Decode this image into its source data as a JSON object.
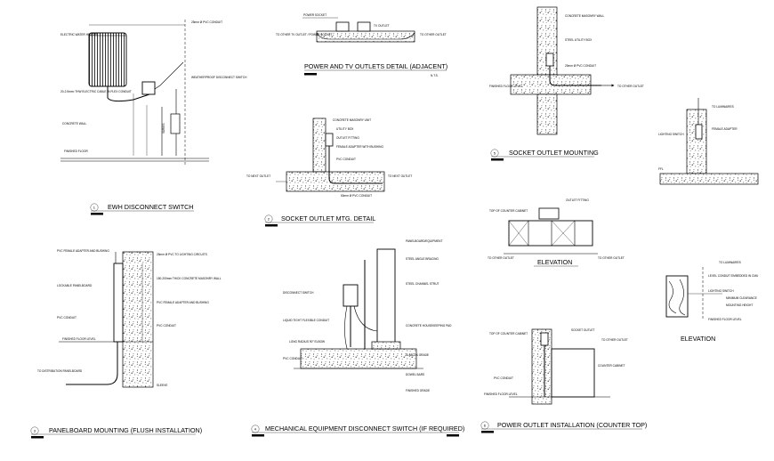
{
  "titles": {
    "ewh": "EWH DISCONNECT SWITCH",
    "socket_mtg": "SOCKET OUTLET MTG. DETAIL",
    "power_tv": "POWER AND TV OUTLETS DETAIL (ADJACENT)",
    "socket_mounting": "SOCKET OUTLET MOUNTING",
    "elev_mid": "ELEVATION",
    "panelboard": "PANELBOARD MOUNTING (FLUSH INSTALLATION)",
    "mech": "MECHANICAL EQUIPMENT DISCONNECT SWITCH (IF REQUIRED)",
    "counter": "POWER OUTLET INSTALLATION (COUNTER TOP)",
    "elev_right": "ELEVATION"
  },
  "numbers": {
    "n1": "1",
    "n2": "2",
    "n3": "3",
    "n4": "4",
    "n5": "5",
    "n6": "6"
  },
  "nts": "N.T.S.",
  "labels": {
    "ewh_heater": "ELECTRIC WATER HEATER",
    "ewh_conduit": "25mm Ø PVC CONDUIT",
    "ewh_flex": "20-2.5mm² THW ELECTRIC CABLE IN FLEX CONDUIT",
    "ewh_box": "WEATHERPROOF DISCONNECT SWITCH",
    "ewh_wall": "CONCRETE WALL",
    "ewh_floor": "FINISHED FLOOR",
    "ewh_dim": "VARIES",
    "pt_box": "POWER SOCKET",
    "pt_tv": "TV OUTLET",
    "pt_left": "TO OTHER TV OUTLET / POWER SOCKET",
    "pt_right": "TO OTHER OUTLET",
    "sm_wall": "CONCRETE MASONRY WALL",
    "sm_box": "STEEL UTILITY BOX",
    "sm_conduit": "20mm Ø PVC CONDUIT",
    "sm_floor": "FINISHED FLOOR LEVEL",
    "sm_to": "TO OTHER OUTLET",
    "sd_wall": "CONCRETE MASONRY UNIT",
    "sd_box": "UTILITY BOX",
    "sd_outlet": "OUTLET FITTING",
    "sd_adapter": "FEMALE ADAPTER WITH BUSHING",
    "sd_conduit": "PVC CONDUIT",
    "sd_left": "TO NEXT OUTLET",
    "sd_right": "TO NEXT OUTLET",
    "sd_slab": "50mm Ø PVC CONDUIT",
    "rd_lum": "TO LUMINAIRES",
    "rd_adapter": "FEMALE ADAPTER",
    "rd_lighting": "LIGHTING SWITCH",
    "rd_ffl": "FFL",
    "em_top": "TOP OF COUNTER CABINET",
    "em_outlet": "OUTLET FITTING",
    "em_left": "TO OTHER OUTLET",
    "em_right": "TO OTHER OUTLET",
    "pb_adapter": "PVC FEMALE ADAPTER AND BUSHING",
    "pb_cover": "LOCKABLE PANELBOARD",
    "pb_conduit": "PVC CONDUIT",
    "pb_floor": "FINISHED FLOOR LEVEL",
    "pb_top": "25mm Ø PVC TO LIGHTING CIRCUITS",
    "pb_wall": "150-200mm THICK CONCRETE MASONRY WALL",
    "pb_box": "PVC FEMALE ADAPTER AND BUSHING",
    "pb_mid": "PVC CONDUIT",
    "pb_bottom": "TO DISTRIBUTION PANELBOARD",
    "pb_sleeve": "SLEEVE",
    "mc_disc": "DISCONNECT SWITCH",
    "mc_flex": "LIQUID TIGHT FLEXIBLE CONDUIT",
    "mc_bend": "LONG RADIUS 90° ELBOW",
    "mc_conduit": "PVC CONDUIT",
    "mc_equipment": "PANELBOARD/EQUIPMENT",
    "mc_angle": "STEEL ANGLE BRACING",
    "mc_strut": "STEEL CHANNEL STRUT",
    "mc_pad": "CONCRETE HOUSEKEEPING PAD",
    "mc_slab": "SLAB ON GRADE",
    "mc_grade": "FINISHED GRADE",
    "mc_dowel": "DOWEL BARS",
    "co_outlet": "SOCKET OUTLET",
    "co_cabinet": "TOP OF COUNTER CABINET",
    "co_conduit": "PVC CONDUIT",
    "co_floor": "FINISHED FLOOR LEVEL",
    "co_to": "TO OTHER OUTLET",
    "co_cab2": "COUNTER CABINET",
    "er_lum": "TO LUMINAIRES",
    "er_box": "LEVEL CONDUIT EMBEDDED IN CMU",
    "er_switch": "LIGHTING SWITCH",
    "er_clear": "MINIMUM CLEARANCE",
    "er_height": "MOUNTING HEIGHT",
    "er_floor": "FINISHED FLOOR LEVEL"
  }
}
